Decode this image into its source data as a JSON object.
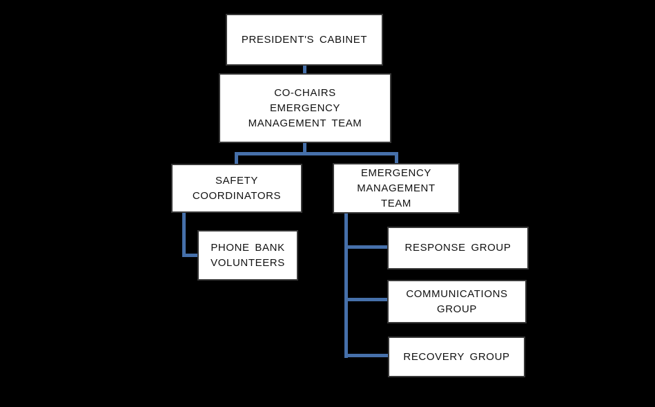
{
  "colors": {
    "background": "#000000",
    "connector": "#4670AA",
    "box_fill": "#ffffff",
    "box_border": "#383838",
    "text": "#111111"
  },
  "nodes": {
    "presidents_cabinet": {
      "label": "PRESIDENT'S CABINET"
    },
    "co_chairs": {
      "label": "CO-CHAIRS\nEMERGENCY\nMANAGEMENT TEAM"
    },
    "safety_coordinators": {
      "label": "SAFETY\nCOORDINATORS"
    },
    "emergency_management_team": {
      "label": "EMERGENCY\nMANAGEMENT\nTEAM"
    },
    "phone_bank_volunteers": {
      "label": "PHONE BANK\nVOLUNTEERS"
    },
    "response_group": {
      "label": "RESPONSE GROUP"
    },
    "communications_group": {
      "label": "COMMUNICATIONS\nGROUP"
    },
    "recovery_group": {
      "label": "RECOVERY GROUP"
    }
  },
  "hierarchy": [
    {
      "id": "presidents_cabinet",
      "reports_to": null
    },
    {
      "id": "co_chairs",
      "reports_to": "presidents_cabinet"
    },
    {
      "id": "safety_coordinators",
      "reports_to": "co_chairs"
    },
    {
      "id": "emergency_management_team",
      "reports_to": "co_chairs"
    },
    {
      "id": "phone_bank_volunteers",
      "reports_to": "safety_coordinators"
    },
    {
      "id": "response_group",
      "reports_to": "emergency_management_team"
    },
    {
      "id": "communications_group",
      "reports_to": "emergency_management_team"
    },
    {
      "id": "recovery_group",
      "reports_to": "emergency_management_team"
    }
  ]
}
